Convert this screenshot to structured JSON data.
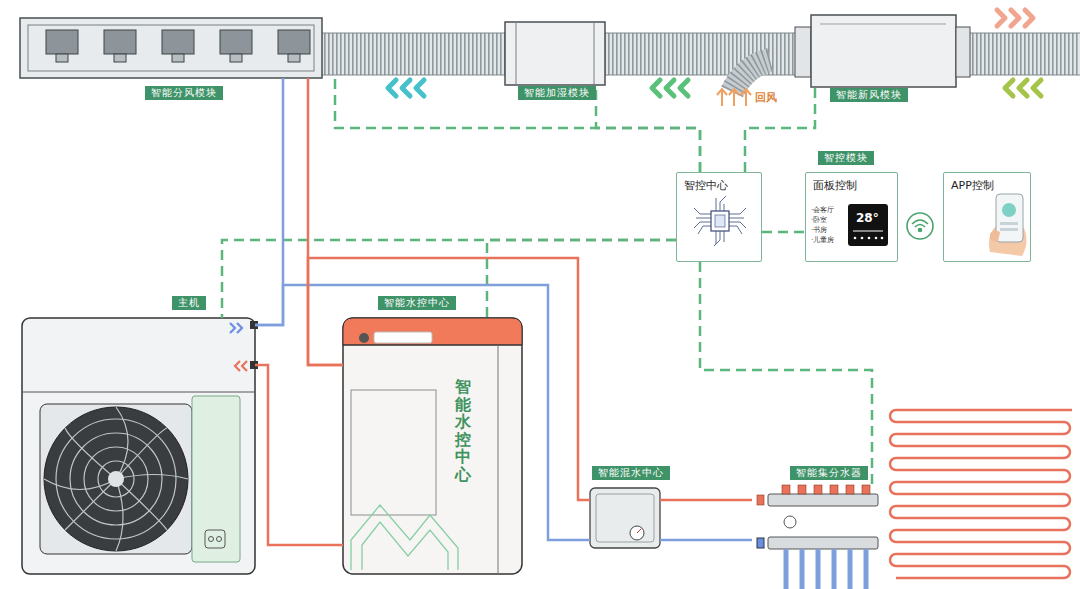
{
  "diagram": {
    "nodes": [
      {
        "text": [
          "智能分风模块"
        ]
      },
      {
        "text": [
          "智能加湿模块"
        ]
      },
      {
        "text": [
          "智能新风模块"
        ]
      },
      {
        "text": [
          "智控中心"
        ]
      },
      {
        "text": [
          "智控模块",
          "面板控制"
        ]
      },
      {
        "text": [
          "APP控制"
        ]
      },
      {
        "text": [
          "主机"
        ]
      },
      {
        "text": [
          "智能水控中心",
          "智能水控中心"
        ]
      },
      {
        "text": [
          "智能混水中心"
        ]
      },
      {
        "text": [
          "智能集分水器"
        ]
      }
    ],
    "edges": [
      {
        "from": 3,
        "to": 0,
        "arrow": "none"
      },
      {
        "from": 3,
        "to": 1,
        "arrow": "none"
      },
      {
        "from": 3,
        "to": 2,
        "arrow": "none"
      },
      {
        "from": 3,
        "to": 4,
        "arrow": "none"
      },
      {
        "from": 3,
        "to": 6,
        "arrow": "none"
      },
      {
        "from": 3,
        "to": 7,
        "arrow": "none"
      },
      {
        "from": 3,
        "to": 9,
        "arrow": "none"
      },
      {
        "from": 6,
        "to": 0,
        "arrow": "none"
      },
      {
        "from": 6,
        "to": 8,
        "arrow": "none"
      },
      {
        "from": 6,
        "to": 7,
        "arrow": "none"
      },
      {
        "from": 7,
        "to": 0,
        "arrow": "none"
      },
      {
        "from": 7,
        "to": 8,
        "arrow": "none"
      },
      {
        "from": 8,
        "to": 9,
        "arrow": "none"
      },
      {
        "from": 8,
        "to": 9,
        "arrow": "none"
      }
    ],
    "labels": [
      "回风",
      "·会客厅",
      "·卧室",
      "·书房",
      "·儿童房",
      "28°"
    ]
  }
}
